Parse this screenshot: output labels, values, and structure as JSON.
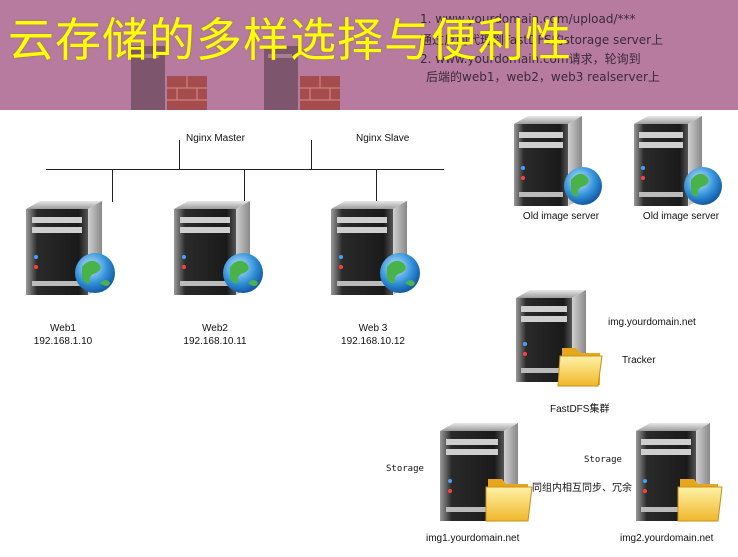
{
  "banner": {
    "title": "云存储的多样选择与便利性",
    "lines": [
      "1. www.yourdomain.com/upload/***",
      "通过反向代理到FastDFS的storage server上",
      "2. www.yourdomain.com请求，轮询到",
      "后端的web1，web2，web3  realserver上"
    ]
  },
  "nginx": {
    "master": "Nginx Master",
    "slave": "Nginx  Slave"
  },
  "web_servers": [
    {
      "name": "Web1",
      "ip": "192.168.1.10"
    },
    {
      "name": "Web2",
      "ip": "192.168.10.11"
    },
    {
      "name": "Web 3",
      "ip": "192.168.10.12"
    }
  ],
  "old_servers": [
    "Old image server",
    "Old image server"
  ],
  "fastdfs": {
    "domain": "img.yourdomain.net",
    "tracker": "Tracker",
    "cluster": "FastDFS集群"
  },
  "storage": {
    "label_left": "Storage",
    "label_right": "Storage",
    "sync_note": "同组内相互同步、冗余",
    "img1": "img1.yourdomain.net",
    "img2": "img2.yourdomain.net"
  },
  "colors": {
    "banner": "#b77b9f",
    "title": "#ffff00"
  }
}
